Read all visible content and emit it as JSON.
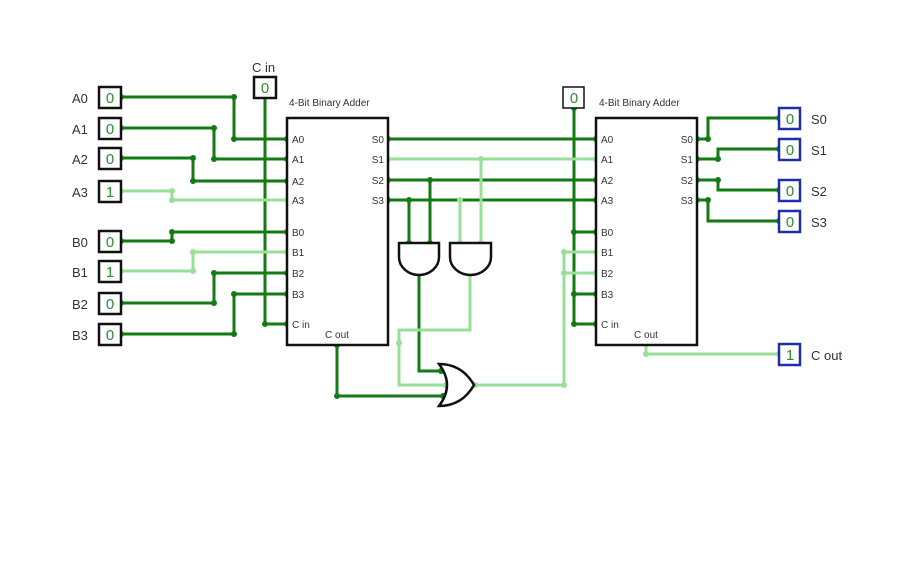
{
  "inputs": {
    "a0": {
      "label": "A0",
      "value": "0"
    },
    "a1": {
      "label": "A1",
      "value": "0"
    },
    "a2": {
      "label": "A2",
      "value": "0"
    },
    "a3": {
      "label": "A3",
      "value": "1"
    },
    "b0": {
      "label": "B0",
      "value": "0"
    },
    "b1": {
      "label": "B1",
      "value": "1"
    },
    "b2": {
      "label": "B2",
      "value": "0"
    },
    "b3": {
      "label": "B3",
      "value": "0"
    },
    "cin": {
      "label": "C in",
      "value": "0"
    },
    "const_zero": {
      "value": "0"
    }
  },
  "adder1": {
    "title": "4-Bit Binary Adder",
    "pins_a": [
      "A0",
      "A1",
      "A2",
      "A3"
    ],
    "pins_b": [
      "B0",
      "B1",
      "B2",
      "B3"
    ],
    "pins_s": [
      "S0",
      "S1",
      "S2",
      "S3"
    ],
    "cin": "C in",
    "cout": "C out"
  },
  "adder2": {
    "title": "4-Bit Binary Adder",
    "pins_a": [
      "A0",
      "A1",
      "A2",
      "A3"
    ],
    "pins_b": [
      "B0",
      "B1",
      "B2",
      "B3"
    ],
    "pins_s": [
      "S0",
      "S1",
      "S2",
      "S3"
    ],
    "cin": "C in",
    "cout": "C out"
  },
  "outputs": {
    "s0": {
      "label": "S0",
      "value": "0"
    },
    "s1": {
      "label": "S1",
      "value": "0"
    },
    "s2": {
      "label": "S2",
      "value": "0"
    },
    "s3": {
      "label": "S3",
      "value": "0"
    },
    "cout": {
      "label": "C out",
      "value": "1"
    }
  },
  "colors": {
    "wire_on": "#147a14",
    "wire_off": "#98e098",
    "output_border": "#1c2fa6",
    "value_text": "#2e8b2e"
  }
}
